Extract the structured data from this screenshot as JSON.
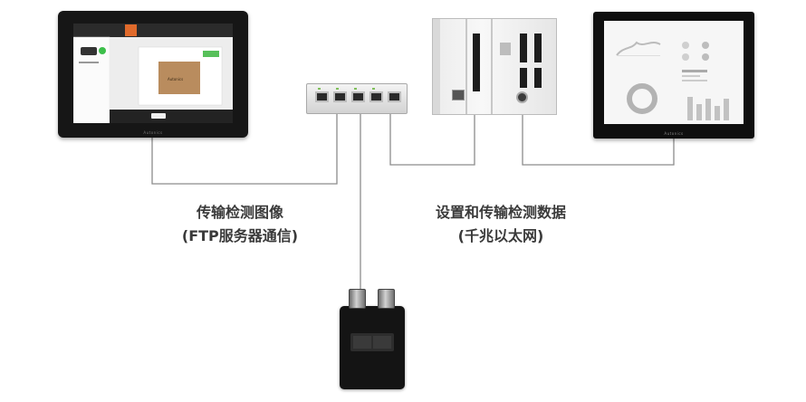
{
  "captions": {
    "left": {
      "line1": "传输检测图像",
      "line2": "(FTP服务器通信)"
    },
    "right": {
      "line1": "设置和传输检测数据",
      "line2": "(千兆以太网)"
    }
  },
  "devices": {
    "tablet": {
      "brand": "Autonics"
    },
    "panel": {
      "brand": "Autonics"
    },
    "tablet_screen_box_text": "Autonics"
  }
}
